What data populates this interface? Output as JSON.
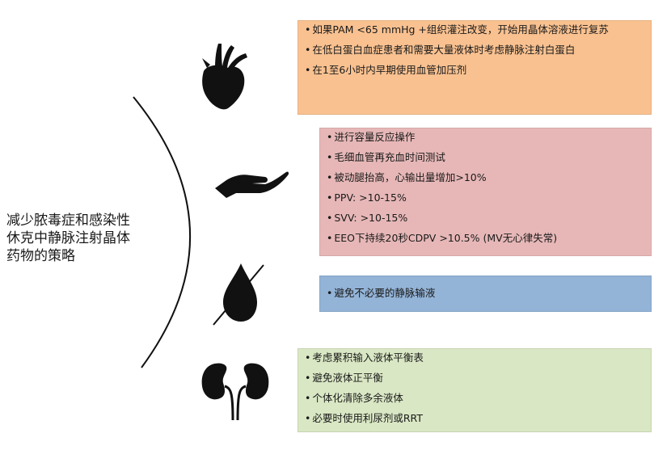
{
  "title_lines": [
    "减少脓毒症和感染性",
    "休克中静脉注射晶体",
    "药物的策略"
  ],
  "sections": [
    {
      "icon": "heart-icon",
      "color": "#f9c190",
      "items": [
        "如果PAM <65 mmHg +组织灌注改变，开始用晶体溶液进行复苏",
        "在低白蛋白血症患者和需要大量液体时考虑静脉注射白蛋白",
        "在1至6小时内早期使用血管加压剂"
      ]
    },
    {
      "icon": "hand-icon",
      "color": "#e7b7b7",
      "items": [
        "进行容量反应操作",
        "毛细血管再充血时间测试",
        "被动腿抬高，心输出量增加>10%",
        "PPV: >10-15%",
        "SVV: >10-15%",
        "EEO下持续20秒CDPV >10.5% (MV无心律失常)"
      ]
    },
    {
      "icon": "crossed-drop-icon",
      "color": "#93b3d7",
      "items": [
        "避免不必要的静脉输液"
      ]
    },
    {
      "icon": "kidneys-icon",
      "color": "#d9e7c4",
      "items": [
        "考虑累积输入液体平衡表",
        "避免液体正平衡",
        "个体化清除多余液体",
        "必要时使用利尿剂或RRT"
      ]
    }
  ]
}
